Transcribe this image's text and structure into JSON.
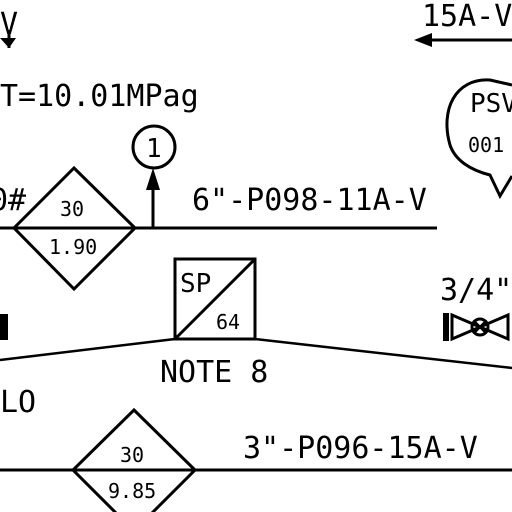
{
  "texts": {
    "top_left_fragment": "V",
    "top_right_line": "15A-V",
    "design_pressure": "T=10.01MPag",
    "left_rating_fragment": "0#",
    "balloon_1": "1",
    "line_p098": "6\"-P098-11A-V",
    "line_p096": "3\"-P096-15A-V",
    "psv_tag_top": "PSV",
    "psv_tag_bottom": "001",
    "valve_size": "3/4\"",
    "sp_top": "SP",
    "sp_bottom": "64",
    "note": "NOTE 8",
    "left_bottom_fragment": "LO"
  },
  "diamonds": {
    "upper": {
      "top": "30",
      "bottom": "1.90"
    },
    "lower": {
      "top": "30",
      "bottom": "9.85"
    }
  }
}
